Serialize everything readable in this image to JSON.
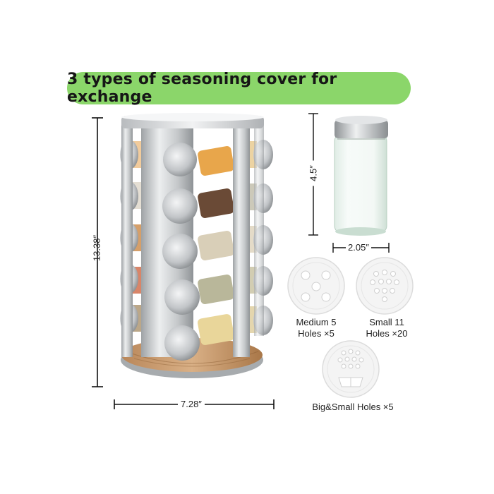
{
  "banner": {
    "text": "3 types of seasoning cover for exchange"
  },
  "dimensions": {
    "height": "13.38″",
    "width": "7.28″",
    "jar_height": "4.5″",
    "jar_width": "2.05″"
  },
  "covers": [
    {
      "line1": "Medium 5",
      "line2": "Holes ×5"
    },
    {
      "line1": "Small 11",
      "line2": "Holes ×20"
    },
    {
      "line1": "Big&Small Holes ×5",
      "line2": ""
    }
  ],
  "colors": {
    "banner": "#8bd66a",
    "steel": "#c9cbcd",
    "wood": "#c79a66"
  }
}
